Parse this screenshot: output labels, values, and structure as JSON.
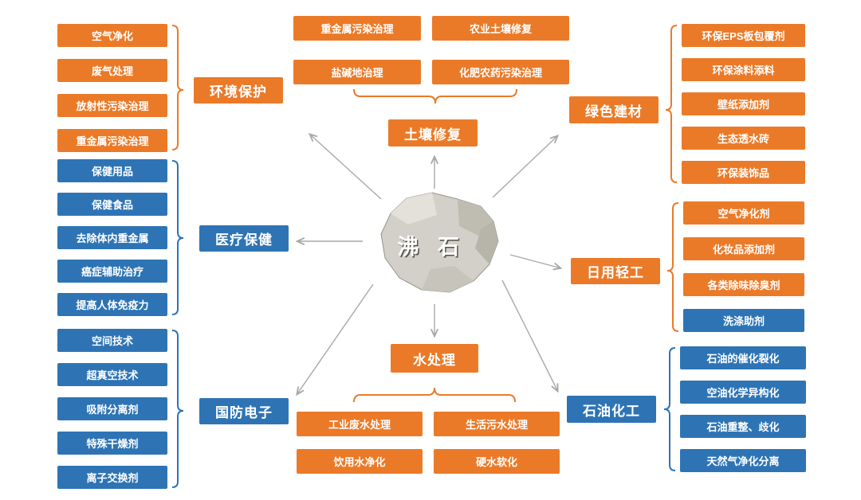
{
  "center": {
    "label": "沸 石"
  },
  "colors": {
    "orange": "#EB7A28",
    "blue": "#2E74B5",
    "arrow": "#A8A8A8",
    "background": "#FFFFFF",
    "rock_base": "#D3D0C9",
    "rock_dark": "#B7B4AA",
    "rock_light": "#E3E1DA"
  },
  "groups": {
    "env": {
      "category": "环境保护",
      "color": "orange",
      "items": [
        {
          "label": "空气净化",
          "color": "orange"
        },
        {
          "label": "废气处理",
          "color": "orange"
        },
        {
          "label": "放射性污染治理",
          "color": "orange"
        },
        {
          "label": "重金属污染治理",
          "color": "orange"
        }
      ]
    },
    "medical": {
      "category": "医疗保健",
      "color": "blue",
      "items": [
        {
          "label": "保健用品",
          "color": "blue"
        },
        {
          "label": "保健食品",
          "color": "blue"
        },
        {
          "label": "去除体内重金属",
          "color": "blue"
        },
        {
          "label": "癌症辅助治疗",
          "color": "blue"
        },
        {
          "label": "提高人体免疫力",
          "color": "blue"
        }
      ]
    },
    "defense": {
      "category": "国防电子",
      "color": "blue",
      "items": [
        {
          "label": "空间技术",
          "color": "blue"
        },
        {
          "label": "超真空技术",
          "color": "blue"
        },
        {
          "label": "吸附分离剂",
          "color": "blue"
        },
        {
          "label": "特殊干燥剂",
          "color": "blue"
        },
        {
          "label": "离子交换剂",
          "color": "blue"
        }
      ]
    },
    "soil": {
      "category": "土壤修复",
      "color": "orange",
      "items": [
        {
          "label": "重金属污染治理",
          "color": "orange"
        },
        {
          "label": "农业土壤修复",
          "color": "orange"
        },
        {
          "label": "盐碱地治理",
          "color": "orange"
        },
        {
          "label": "化肥农药污染治理",
          "color": "orange"
        }
      ]
    },
    "water": {
      "category": "水处理",
      "color": "orange",
      "items": [
        {
          "label": "工业废水处理",
          "color": "orange"
        },
        {
          "label": "生活污水处理",
          "color": "orange"
        },
        {
          "label": "饮用水净化",
          "color": "orange"
        },
        {
          "label": "硬水软化",
          "color": "orange"
        }
      ]
    },
    "green": {
      "category": "绿色建材",
      "color": "orange",
      "items": [
        {
          "label": "环保EPS板包覆剂",
          "color": "orange"
        },
        {
          "label": "环保涂料添料",
          "color": "orange"
        },
        {
          "label": "壁纸添加剂",
          "color": "orange"
        },
        {
          "label": "生态透水砖",
          "color": "orange"
        },
        {
          "label": "环保装饰品",
          "color": "orange"
        }
      ]
    },
    "daily": {
      "category": "日用轻工",
      "color": "orange",
      "items": [
        {
          "label": "空气净化剂",
          "color": "orange"
        },
        {
          "label": "化妆品添加剂",
          "color": "orange"
        },
        {
          "label": "各类除味除臭剂",
          "color": "orange"
        },
        {
          "label": "洗涤助剂",
          "color": "blue"
        }
      ]
    },
    "petro": {
      "category": "石油化工",
      "color": "blue",
      "items": [
        {
          "label": "石油的催化裂化",
          "color": "blue"
        },
        {
          "label": "空油化学异构化",
          "color": "blue"
        },
        {
          "label": "石油重整、歧化",
          "color": "blue"
        },
        {
          "label": "天然气净化分离",
          "color": "blue"
        }
      ]
    }
  }
}
